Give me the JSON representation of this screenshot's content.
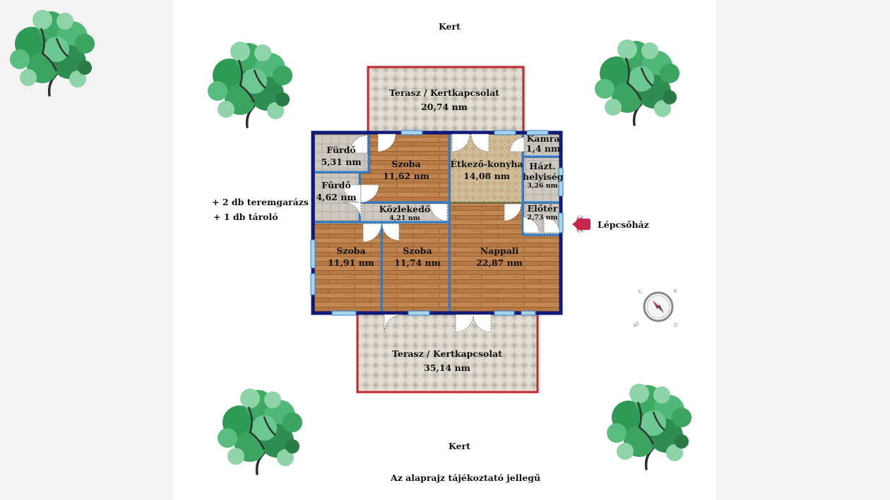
{
  "garden": {
    "top": "Kert",
    "bottom": "Kert"
  },
  "rooms": {
    "terrace_top": {
      "name": "Terasz / Kertkapcsolat",
      "area": "20,74 nm"
    },
    "terrace_bottom": {
      "name": "Terasz / Kertkapcsolat",
      "area": "35,14 nm"
    },
    "bathroom_1": {
      "name": "Fürdő",
      "area": "5,31 nm"
    },
    "bathroom_2": {
      "name": "Fürdő",
      "area": "4,62 nm"
    },
    "room_top": {
      "name": "Szoba",
      "area": "11,62 nm"
    },
    "kitchen": {
      "name": "Étkező-konyha",
      "area": "14,08 nm"
    },
    "pantry": {
      "name": "Kamra",
      "area": "1,4 nm"
    },
    "utility": {
      "name_line1": "Házt.",
      "name_line2": "helyiség",
      "area": "3,26 nm"
    },
    "hallway": {
      "name": "Közlekedő",
      "area": "4,21 nm"
    },
    "entry": {
      "name": "Előtér",
      "area": "2,73 nm"
    },
    "room_left": {
      "name": "Szoba",
      "area": "11,91 nm"
    },
    "room_mid": {
      "name": "Szoba",
      "area": "11,74 nm"
    },
    "living": {
      "name": "Nappali",
      "area": "22,87 nm"
    }
  },
  "extras": {
    "garage": "+ 2 db teremgarázs",
    "storage": "+ 1 db tároló"
  },
  "staircase": {
    "label": "Lépcsőház"
  },
  "compass": {
    "n": "É",
    "e": "K",
    "s": "D",
    "w": "NY"
  },
  "disclaimer": "Az alaprajz tájékoztató jellegű",
  "colors": {
    "wall": "#0f1a7a",
    "inner_wall": "#2b7fd1",
    "terrace_border": "#c0262b",
    "arrow": "#c8264a",
    "tree": "#3aa160"
  }
}
